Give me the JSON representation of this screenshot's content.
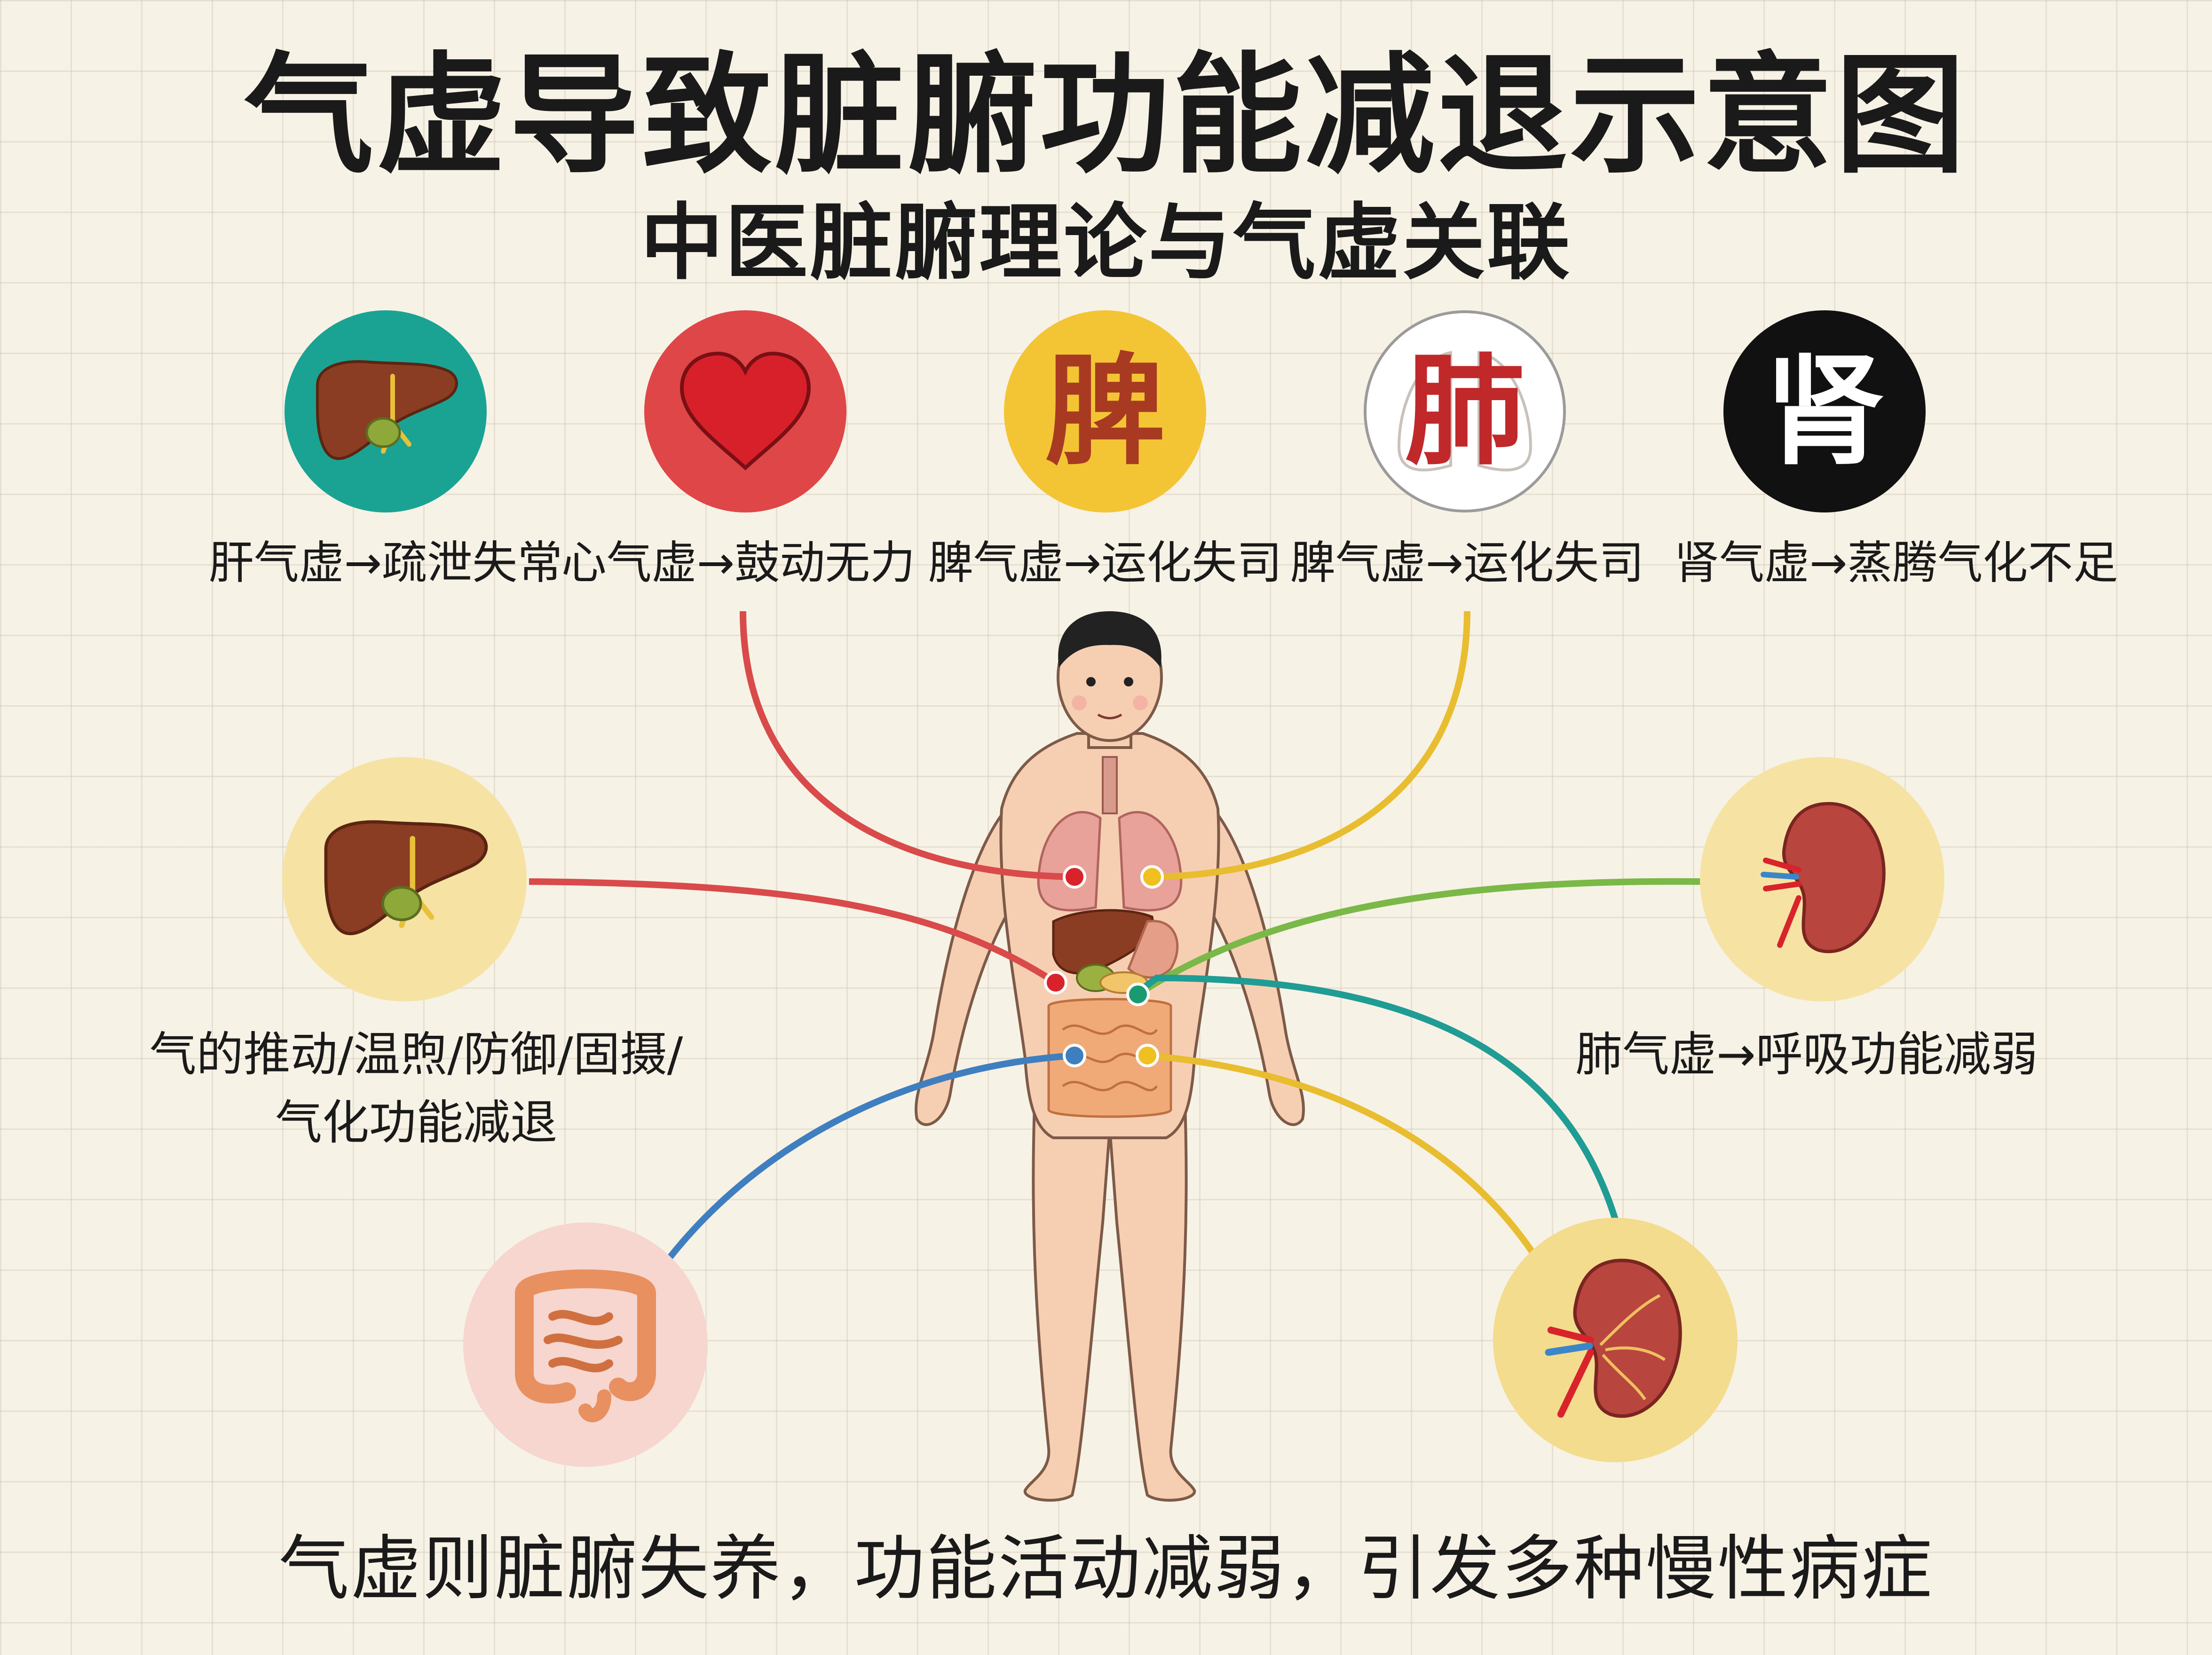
{
  "title": "气虚导致脏腑功能减退示意图",
  "subtitle": "中医脏腑理论与气虚关联",
  "top_organs": [
    {
      "label": "肝气虚→疏泄失常",
      "color": "#1aa393"
    },
    {
      "label": "心气虚→鼓动无力",
      "color": "#df4648"
    },
    {
      "char": "脾",
      "label": "脾气虚→运化失司",
      "color": "#f3c535"
    },
    {
      "char": "肺",
      "label": "脾气虚→运化失司",
      "color": "#ffffff"
    },
    {
      "char": "肾",
      "label": "肾气虚→蒸腾气化不足",
      "color": "#111111"
    }
  ],
  "left_text": [
    "气的推动/温煦/防御/固摄/",
    "气化功能减退"
  ],
  "right_text": "肺气虚→呼吸功能减弱",
  "bottom_text": "气虚则脏腑失养，功能活动减弱，引发多种慢性病症",
  "line_colors": {
    "red": "#d94a4a",
    "yellow": "#e8bd2f",
    "green": "#7ab848",
    "teal": "#1f9c94",
    "blue": "#3f7fc0"
  }
}
